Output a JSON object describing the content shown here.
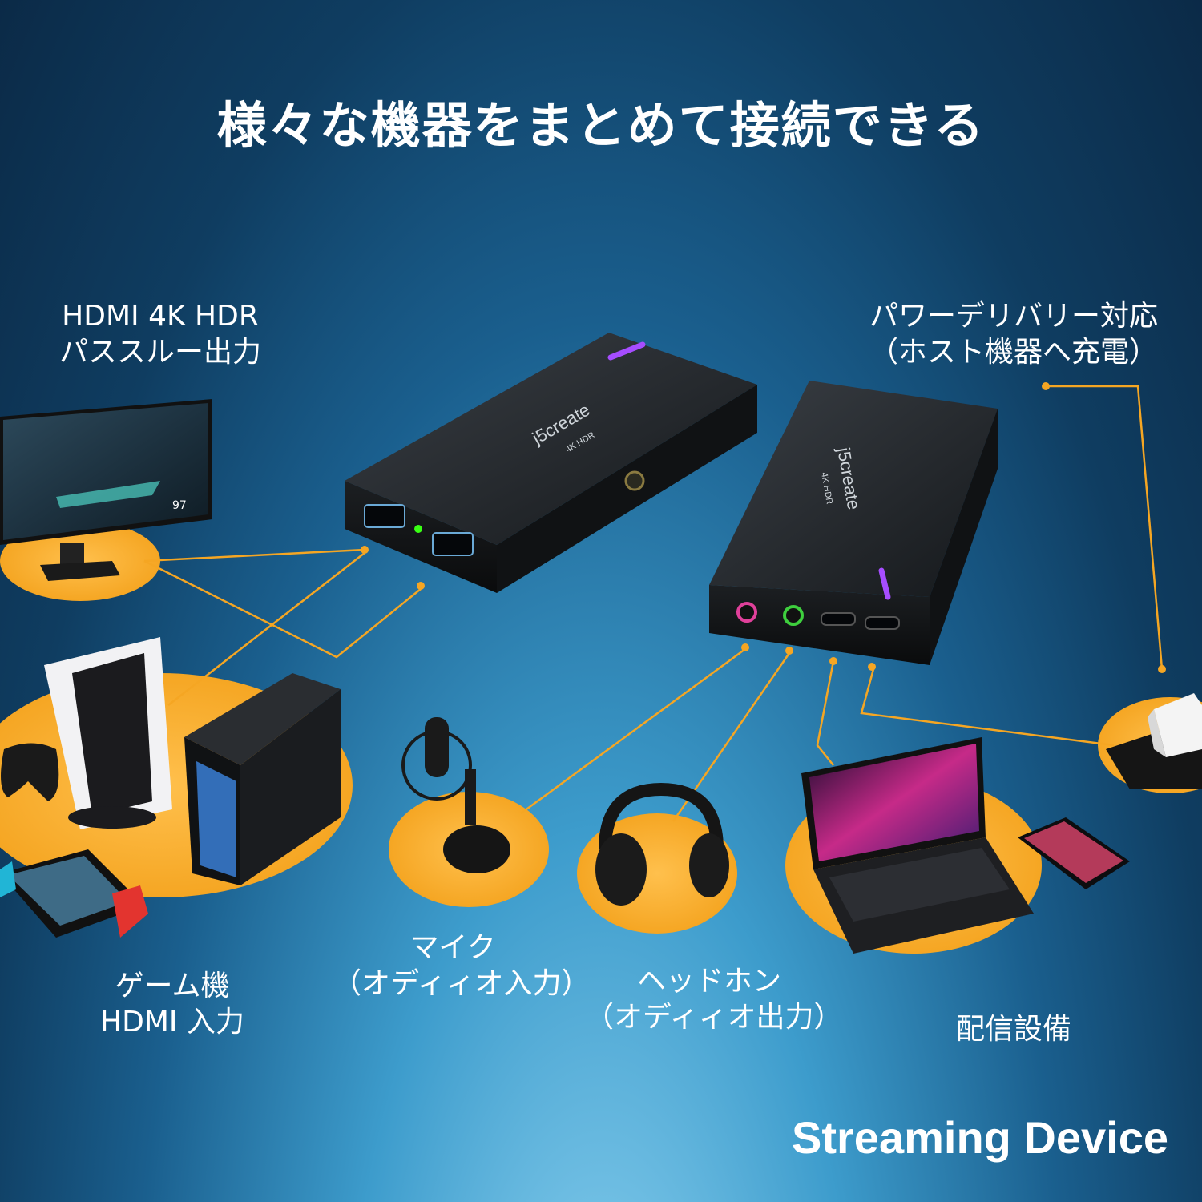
{
  "title": "様々な機器をまとめて接続できる",
  "labels": {
    "hdmi_out": {
      "line1": "HDMI 4K HDR",
      "line2": "パススルー出力"
    },
    "power": {
      "line1": "パワーデリバリー対応",
      "line2": "（ホスト機器へ充電）"
    },
    "game": {
      "line1": "ゲーム機",
      "line2": "HDMI 入力"
    },
    "mic": {
      "line1": "マイク",
      "line2": "（オディィオ入力）"
    },
    "headphone": {
      "line1": "ヘッドホン",
      "line2": "（オディィオ出力）"
    },
    "streaming": {
      "line1": "配信設備"
    }
  },
  "device": {
    "brand": "j5create",
    "badge": "4K HDR"
  },
  "monitor_hud": "97",
  "footer": "Streaming Device",
  "colors": {
    "accent_orange": "#f5a623",
    "led_purple": "#a64dff",
    "led_green": "#39ff14",
    "port_pink": "#e0409a",
    "port_green": "#3ecf3e"
  }
}
